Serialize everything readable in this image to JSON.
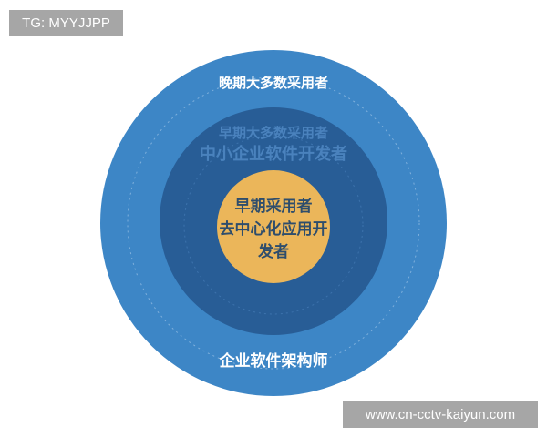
{
  "watermarks": {
    "top_left": "TG: MYYJJPP",
    "bottom_right": "www.cn-cctv-kaiyun.com"
  },
  "rings": {
    "outer": {
      "label_top": "晚期大多数采用者",
      "label_bottom": "企业软件架构师",
      "color": "#3d86c6"
    },
    "middle": {
      "label_line1": "早期大多数采用者",
      "label_line2": "中小企业软件开发者",
      "color": "#285d96",
      "text_color": "#4a82bd"
    },
    "inner": {
      "label_line1": "早期采用者",
      "label_line2": "去中心化应用开",
      "label_line3": "发者",
      "color": "#ebb65a",
      "text_color": "#2e4d6c"
    }
  }
}
